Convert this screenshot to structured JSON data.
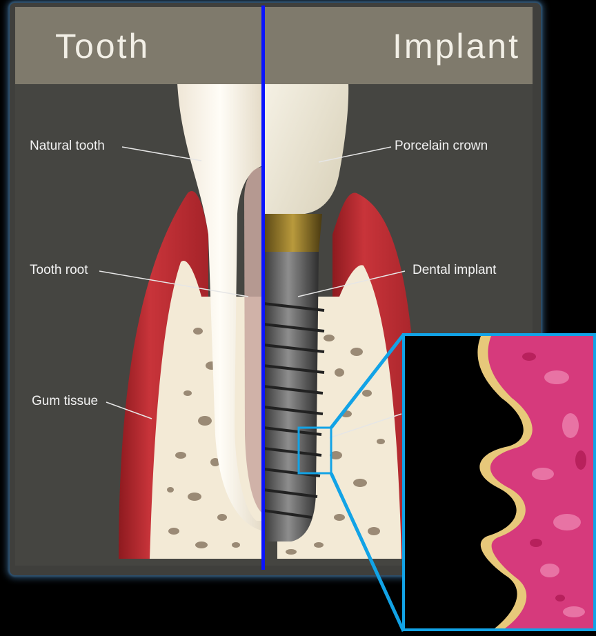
{
  "titles": {
    "left": "Tooth",
    "right": "Implant"
  },
  "labels": {
    "natural_tooth": "Natural tooth",
    "tooth_root": "Tooth root",
    "gum_tissue": "Gum tissue",
    "porcelain_crown": "Porcelain crown",
    "dental_implant": "Dental implant"
  },
  "colors": {
    "divider": "#0a14ff",
    "highlight": "#12a3e6",
    "gum": "#c02a2e",
    "bone": "#f3ead6",
    "tissue": "#d63a7c"
  }
}
